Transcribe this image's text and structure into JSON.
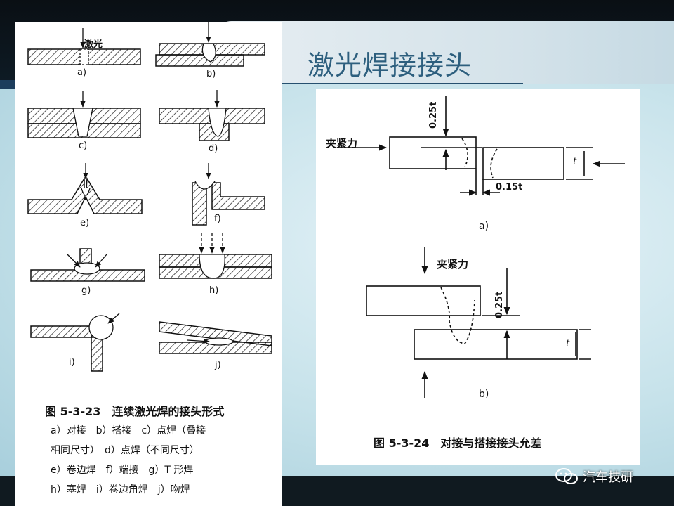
{
  "slide": {
    "title": "激光焊接接头"
  },
  "left_figure": {
    "laser_label": "激光",
    "sub_labels": [
      "a)",
      "b)",
      "c)",
      "d)",
      "e)",
      "f)",
      "g)",
      "h)",
      "i)",
      "j)"
    ],
    "caption_title": "图 5-3-23　连续激光焊的接头形式",
    "legend_lines": [
      "a）对接　b）搭接　c）点焊（叠接",
      "相同尺寸）　d）点焊（不同尺寸）",
      "e）卷边焊　f）端接　g）T 形焊",
      "h）塞焊　i）卷边角焊　j）吻焊"
    ]
  },
  "right_figure": {
    "clamp_label_a": "夹紧力",
    "clamp_label_b": "夹紧力",
    "dim_025t_a": "0.25t",
    "dim_015t": "0.15t",
    "dim_t_a": "t",
    "dim_025t_b": "0.25t",
    "dim_t_b": "t",
    "label_a": "a)",
    "label_b": "b)",
    "caption": "图 5-3-24　对接与搭接接头允差"
  },
  "watermark": {
    "text": "汽车技研",
    "icon": "wechat-icon"
  }
}
